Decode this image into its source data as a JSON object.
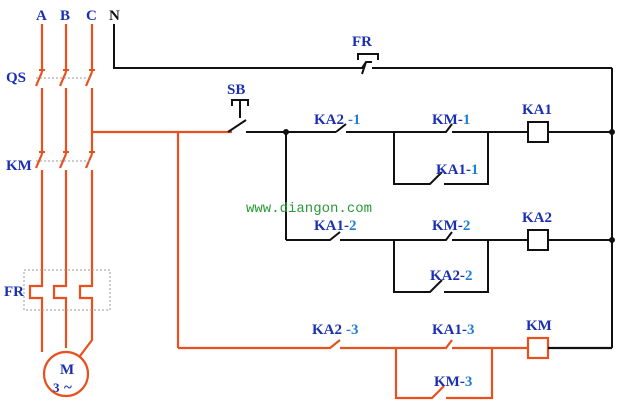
{
  "phases": {
    "a": "A",
    "b": "B",
    "c": "C",
    "n": "N"
  },
  "labels": {
    "qs": "QS",
    "km_main": "KM",
    "fr_left": "FR",
    "fr_top": "FR",
    "sb": "SB",
    "motor_m": "M",
    "motor_3": "3",
    "motor_tilde": "~",
    "website": "www.diangon.com"
  },
  "rung1": {
    "c1_name": "KA2",
    "c1_num": "-1",
    "c2_name": "KM-",
    "c2_num": "1",
    "c3_name": "KA1-",
    "c3_num": "1",
    "coil": "KA1"
  },
  "rung2": {
    "c1_name": "KA1-",
    "c1_num": "2",
    "c2_name": "KM-",
    "c2_num": "2",
    "c3_name": "KA2-",
    "c3_num": "2",
    "coil": "KA2"
  },
  "rung3": {
    "c1_name": "KA2",
    "c1_num": "-3",
    "c2_name": "KA1-",
    "c2_num": "3",
    "c3_name": "KM-",
    "c3_num": "3",
    "coil": "KM"
  },
  "colors": {
    "power": "#e8501e",
    "control": "#111111",
    "label": "#1a2fb0",
    "number": "#1e7fd0",
    "website": "#2a9a3a"
  }
}
